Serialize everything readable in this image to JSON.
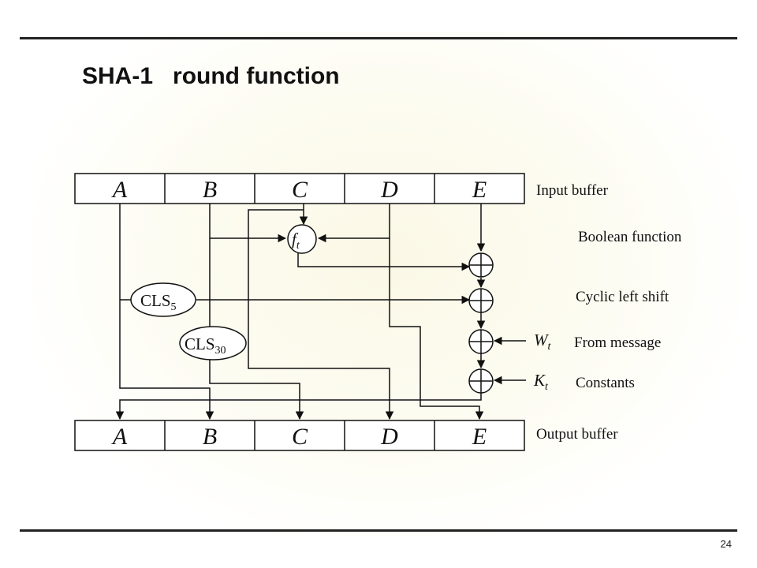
{
  "slide": {
    "title": "SHA-1   round function",
    "page_number": "24"
  },
  "registers": {
    "input": [
      "A",
      "B",
      "C",
      "D",
      "E"
    ],
    "output": [
      "A",
      "B",
      "C",
      "D",
      "E"
    ]
  },
  "operators": {
    "boolean_function": {
      "base": "f",
      "sub": "t"
    },
    "cls5": {
      "base": "CLS",
      "sub": "5"
    },
    "cls30": {
      "base": "CLS",
      "sub": "30"
    },
    "w": {
      "base": "W",
      "sub": "t"
    },
    "k": {
      "base": "K",
      "sub": "t"
    }
  },
  "labels": {
    "input_buffer": "Input buffer",
    "boolean_function": "Boolean function",
    "cyclic_left_shift": "Cyclic left shift",
    "from_message": "From message",
    "constants": "Constants",
    "output_buffer": "Output buffer"
  },
  "colors": {
    "background": "#ffffff",
    "panel": "#fbf8e6",
    "stroke": "#111111"
  }
}
